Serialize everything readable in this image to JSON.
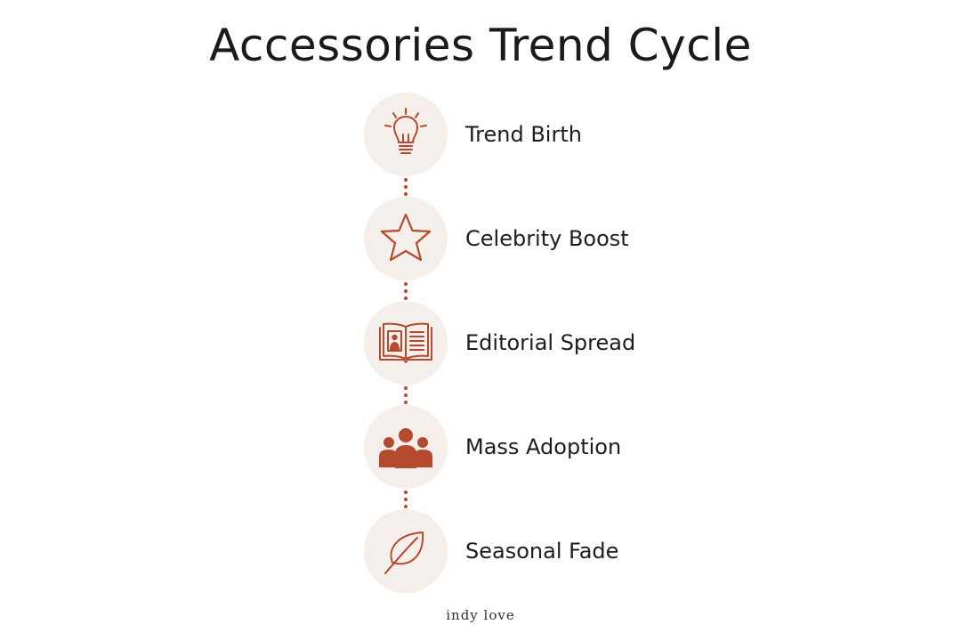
{
  "title": "Accessories Trend Cycle",
  "accent_color": "#b54a2f",
  "circle_color": "#f4efeb",
  "steps": [
    {
      "label": "Trend Birth",
      "icon": "lightbulb-icon"
    },
    {
      "label": "Celebrity Boost",
      "icon": "star-icon"
    },
    {
      "label": "Editorial Spread",
      "icon": "open-magazine-icon"
    },
    {
      "label": "Mass Adoption",
      "icon": "people-group-icon"
    },
    {
      "label": "Seasonal Fade",
      "icon": "leaf-icon"
    }
  ],
  "brand": "indy love"
}
